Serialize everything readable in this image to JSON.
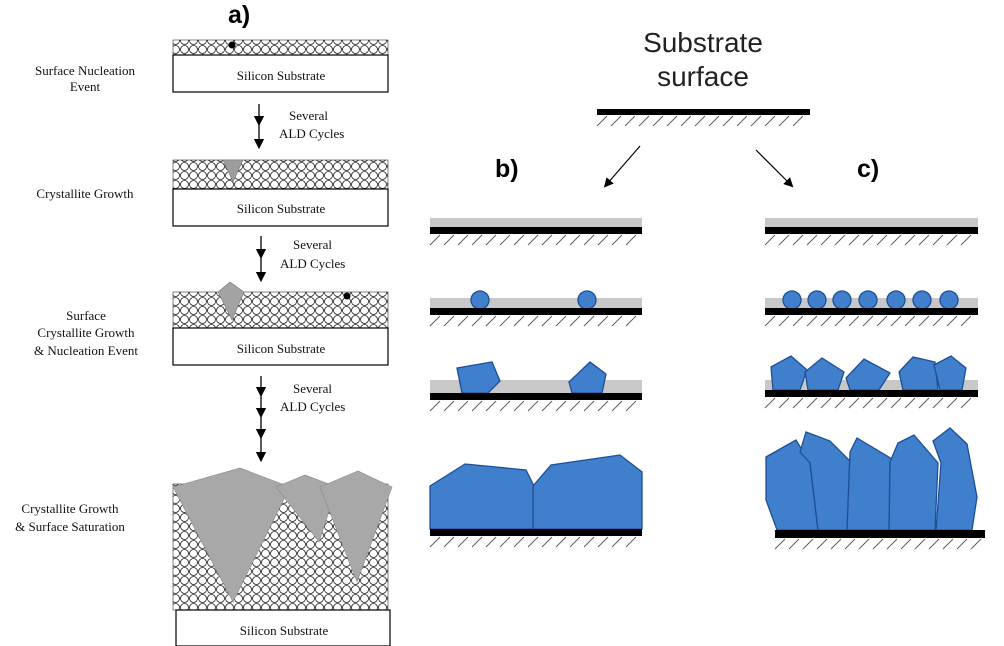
{
  "panel_labels": {
    "a": "a)",
    "b": "b)",
    "c": "c)"
  },
  "substrate_surface_title": {
    "line1": "Substrate",
    "line2": "surface"
  },
  "panel_a": {
    "substrate_label": "Silicon  Substrate",
    "stages": [
      {
        "line1": "Surface Nucleation",
        "line2": "Event"
      },
      {
        "line1": "Crystallite Growth"
      },
      {
        "line1": "Surface",
        "line2": "Crystallite Growth",
        "line3": "& Nucleation Event"
      },
      {
        "line1": "Crystallite Growth",
        "line2": "& Surface Saturation"
      }
    ],
    "cycles": [
      {
        "line1": "Several",
        "line2": "ALD Cycles"
      },
      {
        "line1": "Several",
        "line2": "ALD Cycles"
      },
      {
        "line1": "Several",
        "line2": "ALD Cycles"
      }
    ]
  },
  "colors": {
    "crystal_fill": "#3f7fcc",
    "crystal_stroke": "#1c4f96",
    "grey_layer": "#c8c8c8",
    "grey_crystal": "#aaaaaa",
    "substrate_bar": "#000000"
  }
}
